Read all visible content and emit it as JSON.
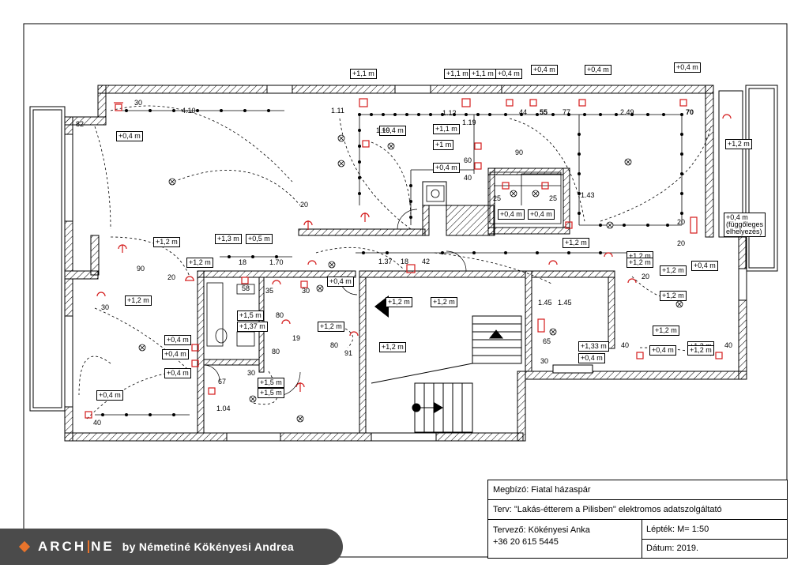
{
  "colors": {
    "wall": "#000000",
    "electric": "#d41c1c",
    "watermark_bg": "#4b4b4b",
    "accent": "#e8742c"
  },
  "height_labels": {
    "h1": "+1,1 m",
    "h2": "+1,1 m",
    "h3": "+1,1 m",
    "h4": "+0,4 m",
    "h5": "+0,4 m",
    "h6": "+0,4 m",
    "h7": "+0,4 m",
    "h8": "+0,4 m",
    "h9": "+0,4 m",
    "h10": "+1,1 m",
    "h11": "+1 m",
    "h12": "+0,4 m",
    "h13": "+1,2 m",
    "h14": "+0,4 m",
    "h15": "+0,4 m",
    "h16": "+0,4 m",
    "h17": "+1,2 m",
    "h18": "+1,3 m",
    "h19": "+0,5 m",
    "h20": "+1,2 m",
    "h21": "+1,2 m",
    "h22": "+1,2 m",
    "h23": "+1,2 m",
    "h24": "+1,2 m",
    "h25": "+1,2 m",
    "h26": "+0,4 m",
    "h27": "+1,2 m",
    "h28": "+1,5 m",
    "h29": "+1,37 m",
    "h30": "+0,4 m",
    "h31": "+0,4 m",
    "h32": "+0,4 m",
    "h33": "+1,2 m",
    "h34": "+1,2 m",
    "h35": "+1,2 m",
    "h36": "+1,33 m",
    "h37": "+0,4 m",
    "h38": "+0,4 m",
    "h39": "+1,2 m",
    "h40": "+1,5 m",
    "h41": "+1,5 m",
    "h42": "+0,4 m",
    "h43": "+1,2 m",
    "h44": "+1,2 m",
    "h45": "+1,2 m"
  },
  "vertical_note": {
    "line1": "+0,4 m",
    "line2": "(függőleges",
    "line3": "elhelyezés)"
  },
  "dimensions": {
    "d1": "30",
    "d2": "4.10",
    "d3": "82",
    "d4": "1.11",
    "d5": "1.19",
    "d6": "1.12",
    "d7": "1.19",
    "d8": "44",
    "d9": "55",
    "d10": "77",
    "d11": "2.49",
    "d12": "70",
    "d13": "90",
    "d14": "60",
    "d15": "40",
    "d16": "25",
    "d17": "25",
    "d18": "1.43",
    "d19": "20",
    "d20": "20",
    "d21": "20",
    "d22": "90",
    "d23": "18",
    "d24": "1.70",
    "d25": "1.37",
    "d26": "18",
    "d27": "42",
    "d28": "20",
    "d29": "30",
    "d30": "35",
    "d31": "30",
    "d32": "80",
    "d33": "19",
    "d34": "80",
    "d35": "80",
    "d36": "91",
    "d37": "1.45",
    "d38": "1.45",
    "d39": "65",
    "d40": "30",
    "d41": "40",
    "d42": "40",
    "d43": "30",
    "d44": "67",
    "d45": "1.04",
    "d46": "40",
    "d47": "20",
    "d48": "58"
  },
  "title_block": {
    "client": "Megbízó: Fiatal házaspár",
    "plan": "Terv: \"Lakás-étterem a Pilisben\" elektromos adatszolgáltató",
    "designer": "Tervező: Kökényesi Anka",
    "phone": "+36 20 615 5445",
    "scale": "Lépték: M= 1:50",
    "date": "Dátum: 2019."
  },
  "watermark": {
    "brand_left": "ARCH",
    "brand_right": "NE",
    "byline": "by Németiné Kökényesi Andrea"
  }
}
